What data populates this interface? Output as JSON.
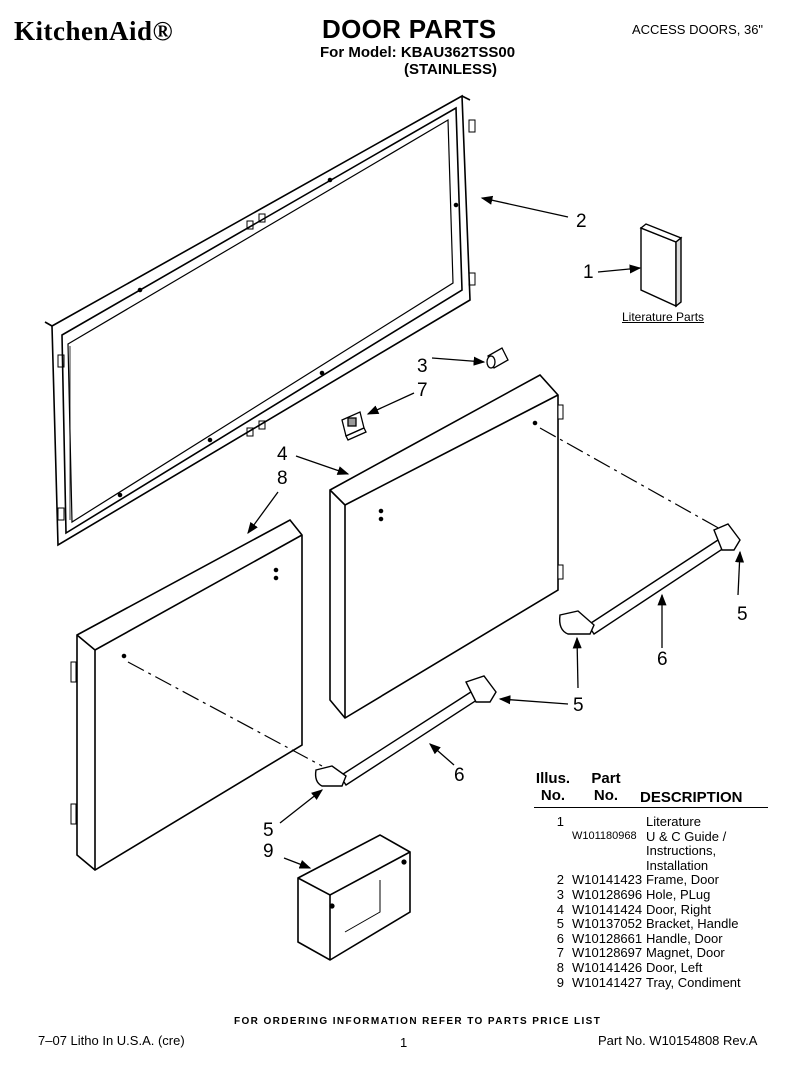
{
  "header": {
    "brand": "KitchenAid®",
    "title": "DOOR PARTS",
    "model_line": "For Model: KBAU362TSS00",
    "finish_line": "(STAINLESS)",
    "section": "ACCESS DOORS, 36\""
  },
  "diagram": {
    "callouts": {
      "c1": "1",
      "c2": "2",
      "c3": "3",
      "c4": "4",
      "c7": "7",
      "c8": "8",
      "c5a": "5",
      "c5b": "5",
      "c5c": "5",
      "c6a": "6",
      "c6b": "6",
      "c9": "9"
    },
    "literature_label": "Literature Parts"
  },
  "parts_table": {
    "headers": {
      "illus_top": "Illus.",
      "illus_bottom": "No.",
      "part_top": "Part",
      "part_bottom": "No.",
      "description": "DESCRIPTION"
    },
    "rows": [
      {
        "no": "1",
        "part": "",
        "desc": "Literature"
      },
      {
        "no": "",
        "part": "W101180968",
        "desc": "U & C Guide /"
      },
      {
        "no": "",
        "part": "",
        "desc": "Instructions,"
      },
      {
        "no": "",
        "part": "",
        "desc": "Installation"
      },
      {
        "no": "2",
        "part": "W10141423",
        "desc": "Frame, Door"
      },
      {
        "no": "3",
        "part": "W10128696",
        "desc": "Hole, PLug"
      },
      {
        "no": "4",
        "part": "W10141424",
        "desc": "Door, Right"
      },
      {
        "no": "5",
        "part": "W10137052",
        "desc": "Bracket, Handle"
      },
      {
        "no": "6",
        "part": "W10128661",
        "desc": "Handle, Door"
      },
      {
        "no": "7",
        "part": "W10128697",
        "desc": "Magnet, Door"
      },
      {
        "no": "8",
        "part": "W10141426",
        "desc": "Door, Left"
      },
      {
        "no": "9",
        "part": "W10141427",
        "desc": "Tray, Condiment"
      }
    ]
  },
  "footer": {
    "order_note": "FOR ORDERING INFORMATION REFER TO PARTS PRICE LIST",
    "litho": "7–07 Litho In U.S.A. (cre)",
    "page": "1",
    "part_number": "Part No. W10154808 Rev.A"
  }
}
